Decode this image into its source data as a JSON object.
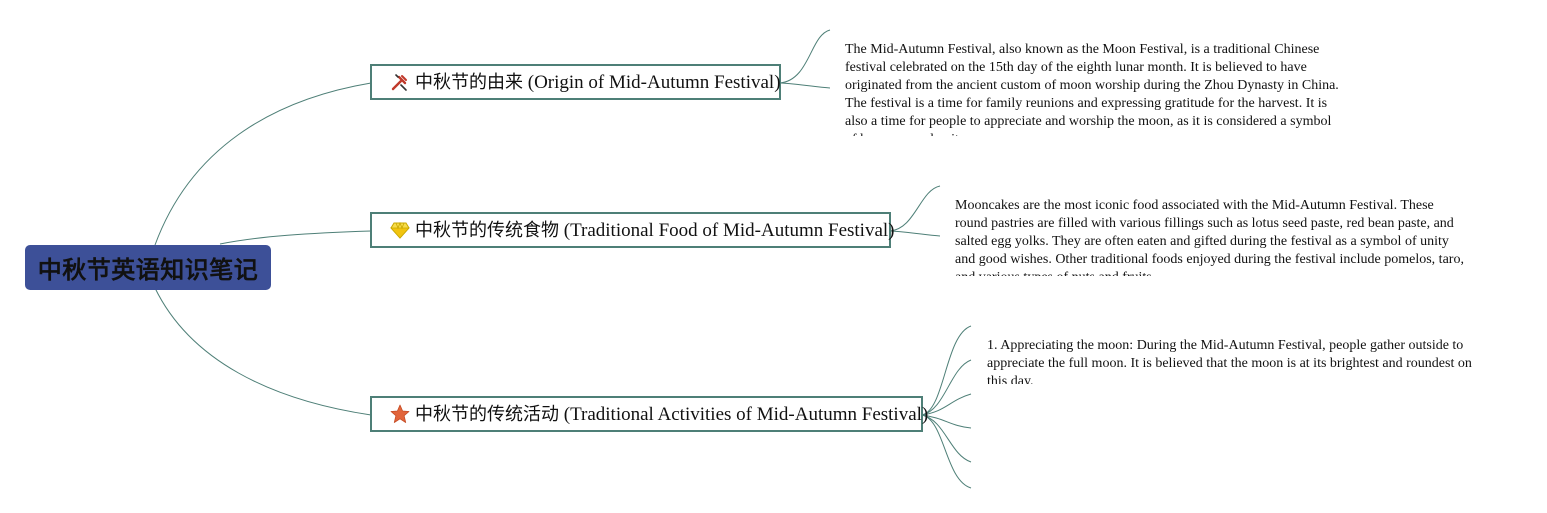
{
  "root": {
    "label": "中秋节英语知识笔记"
  },
  "topics": [
    {
      "label_zh": "中秋节的由来",
      "label_en": "(Origin of Mid-Autumn Festival)",
      "icon": "tools-icon",
      "note": "The Mid-Autumn Festival, also known as the Moon Festival, is a traditional Chinese festival celebrated on the 15th day of the eighth lunar month. It is believed to have originated from the ancient custom of moon worship during the Zhou Dynasty in China. The festival is a time for family reunions and expressing gratitude for the harvest. It is also a time for people to appreciate and worship the moon, as it is considered a symbol of harmony and unity."
    },
    {
      "label_zh": "中秋节的传统食物",
      "label_en": "(Traditional Food of Mid-Autumn Festival)",
      "icon": "diamond-icon",
      "note": "Mooncakes are the most iconic food associated with the Mid-Autumn Festival. These round pastries are filled with various fillings such as lotus seed paste, red bean paste, and salted egg yolks. They are often eaten and gifted during the festival as a symbol of unity and good wishes. Other traditional foods enjoyed during the festival include pomelos, taro, and various types of nuts and fruits."
    },
    {
      "label_zh": "中秋节的传统活动",
      "label_en": "(Traditional Activities of Mid-Autumn Festival)",
      "icon": "star-icon",
      "note": "1. Appreciating the moon: During the Mid-Autumn Festival, people gather outside to appreciate the full moon. It is believed that the moon is at its brightest and roundest on this day."
    }
  ],
  "colors": {
    "root_fill": "#3d5098",
    "topic_border": "#4e7f77",
    "connector": "#4e7f77",
    "tools_icon": "#c0392b",
    "diamond_icon": "#f1c40f",
    "star_icon": "#e2643a"
  }
}
